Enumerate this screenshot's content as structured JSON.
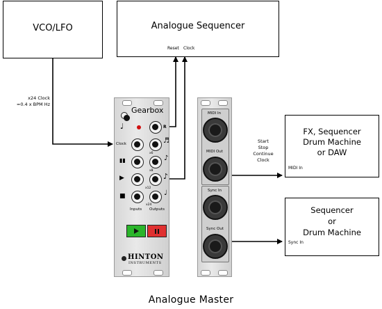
{
  "boxes": {
    "vco": "VCO/LFO",
    "sequencer": "Analogue Sequencer",
    "fx": [
      "FX, Sequencer",
      "Drum Machine",
      "or DAW"
    ],
    "drum": [
      "Sequencer",
      "or",
      "Drum Machine"
    ]
  },
  "ports": {
    "reset": "Reset",
    "clock": "Clock",
    "midi_in": "MIDI In",
    "sync_in": "Sync In"
  },
  "annotations": {
    "clock_rate": [
      "x24 Clock",
      "=0.4 x BPM Hz"
    ],
    "transport": [
      "Start",
      "Stop",
      "Continue",
      "Clock"
    ]
  },
  "gearbox": {
    "title": "Gearbox",
    "clock_label": "Clock",
    "r_label": "R",
    "inputs_label": "Inputs",
    "outputs_label": "Outputs",
    "ratio_labels": [
      "x6",
      "x8",
      "x12",
      "x24"
    ],
    "brand": "HINTON",
    "brand_sub": "INSTRUMENTS"
  },
  "midi_module": {
    "midi_in": "MIDI In",
    "midi_out": "MIDI Out",
    "sync_in": "Sync In",
    "sync_out": "Sync Out"
  },
  "caption": "Analogue Master",
  "colors": {
    "play_button": "#2bb52b",
    "stop_button": "#e03030",
    "led": "#d01010"
  }
}
